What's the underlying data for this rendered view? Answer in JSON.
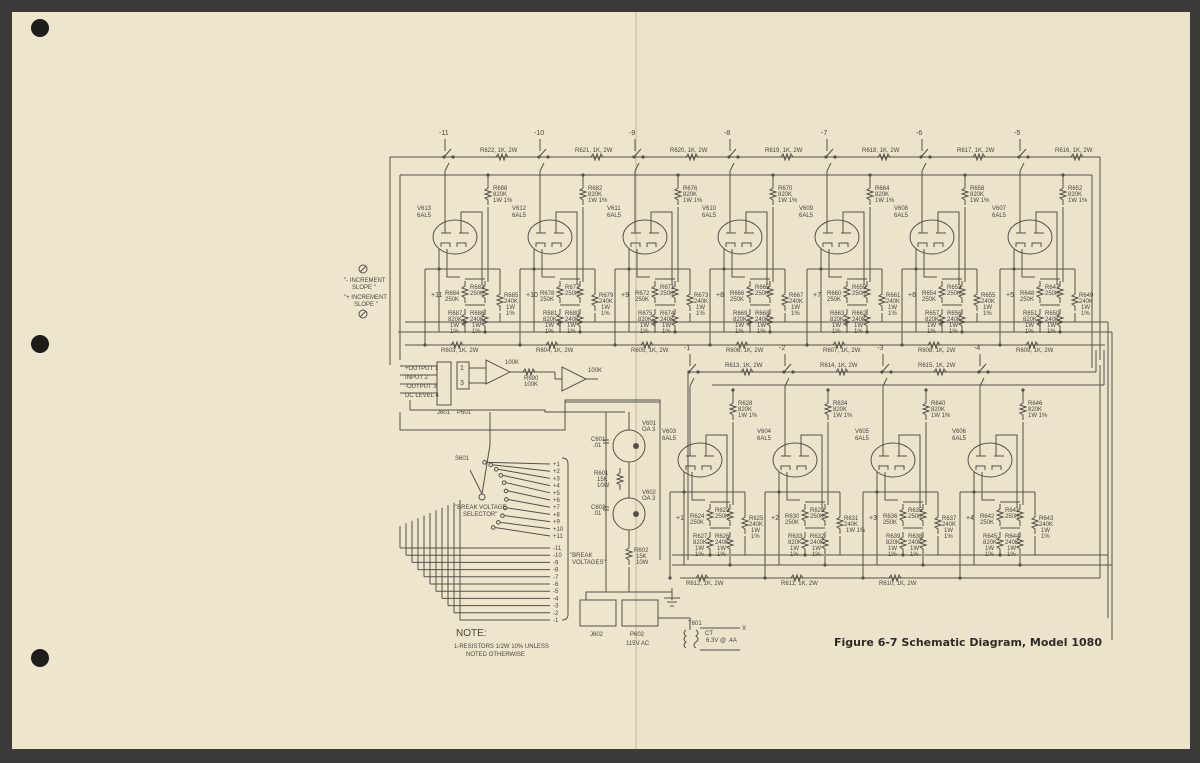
{
  "document": {
    "caption": "Figure 6-7   Schematic Diagram, Model 1080",
    "note_title": "NOTE:",
    "note_lines": [
      "1-RESISTORS  1/2W  10%  UNLESS",
      "NOTED  OTHERWISE"
    ],
    "neg_slope": [
      "\"- INCREMENT",
      "SLOPE \""
    ],
    "pos_slope": [
      "\"+ INCREMENT",
      "SLOPE \""
    ]
  },
  "top_stages": [
    {
      "sw": "-11",
      "rail": "R622, 1K, 2W",
      "tube": "V613",
      "type": "6AL5",
      "rtop": [
        "R688",
        "820K",
        "1W 1%"
      ],
      "bias": "+11",
      "pot": [
        "R683",
        "250K"
      ],
      "rl": [
        "R684",
        "250K"
      ],
      "rll": [
        "R687",
        "820K",
        "1W",
        "1%"
      ],
      "rlr": [
        "R686",
        "240K",
        "1W",
        "1%"
      ],
      "rs": [
        "R685",
        "240K",
        "1W",
        "1%"
      ],
      "bottom": "R603, 1K, 2W"
    },
    {
      "sw": "-10",
      "rail": "R621, 1K, 2W",
      "tube": "V612",
      "type": "6AL5",
      "rtop": [
        "R682",
        "820K",
        "1W 1%"
      ],
      "bias": "+10",
      "pot": [
        "R677",
        "250K"
      ],
      "rl": [
        "R678",
        "250K"
      ],
      "rll": [
        "R681",
        "820K",
        "1W",
        "1%"
      ],
      "rlr": [
        "R680",
        "240K",
        "1W",
        "1%"
      ],
      "rs": [
        "R679",
        "240K",
        "1W",
        "1%"
      ],
      "bottom": "R604, 1K, 2W"
    },
    {
      "sw": "-9",
      "rail": "R620, 1K, 2W",
      "tube": "V611",
      "type": "6AL5",
      "rtop": [
        "R676",
        "820K",
        "1W 1%"
      ],
      "bias": "+9",
      "pot": [
        "R671",
        "250K"
      ],
      "rl": [
        "R672",
        "250K"
      ],
      "rll": [
        "R675",
        "820K",
        "1W",
        "1%"
      ],
      "rlr": [
        "R674",
        "240K",
        "1W",
        "1%"
      ],
      "rs": [
        "R673",
        "240K",
        "1W",
        "1%"
      ],
      "bottom": "R605, 1K, 2W"
    },
    {
      "sw": "-8",
      "rail": "R619, 1K, 2W",
      "tube": "V610",
      "type": "6AL5",
      "rtop": [
        "R670",
        "820K",
        "1W 1%"
      ],
      "bias": "+8",
      "pot": [
        "R665",
        "250K"
      ],
      "rl": [
        "R666",
        "250K"
      ],
      "rll": [
        "R669",
        "820K",
        "1W",
        "1%"
      ],
      "rlr": [
        "R668",
        "240K",
        "1W",
        "1%"
      ],
      "rs": [
        "R667",
        "240K",
        "1W",
        "1%"
      ],
      "bottom": "R606, 1K, 2W"
    },
    {
      "sw": "-7",
      "rail": "R618, 1K, 2W",
      "tube": "V609",
      "type": "6AL5",
      "rtop": [
        "R664",
        "820K",
        "1W 1%"
      ],
      "bias": "+7",
      "pot": [
        "R659",
        "250K"
      ],
      "rl": [
        "R660",
        "250K"
      ],
      "rll": [
        "R663",
        "820K",
        "1W",
        "1%"
      ],
      "rlr": [
        "R662",
        "240K",
        "1W",
        "1%"
      ],
      "rs": [
        "R661",
        "240K",
        "1W",
        "1%"
      ],
      "bottom": "R607, 1K, 2W"
    },
    {
      "sw": "-6",
      "rail": "R617, 1K, 2W",
      "tube": "V608",
      "type": "6AL5",
      "rtop": [
        "R658",
        "820K",
        "1W 1%"
      ],
      "bias": "+6",
      "pot": [
        "R653",
        "250K"
      ],
      "rl": [
        "R654",
        "250K"
      ],
      "rll": [
        "R657",
        "820K",
        "1W",
        "1%"
      ],
      "rlr": [
        "R656",
        "240K",
        "1W",
        "1%"
      ],
      "rs": [
        "R655",
        "240K",
        "1W",
        "1%"
      ],
      "bottom": "R608, 1K, 2W"
    },
    {
      "sw": "-5",
      "rail": "R616, 1K, 2W",
      "tube": "V607",
      "type": "6AL5",
      "rtop": [
        "R652",
        "820K",
        "1W 1%"
      ],
      "bias": "+5",
      "pot": [
        "R647",
        "250K"
      ],
      "rl": [
        "R648",
        "250K"
      ],
      "rll": [
        "R651",
        "820K",
        "1W",
        "1%"
      ],
      "rlr": [
        "R650",
        "240K",
        "1W",
        "1%"
      ],
      "rs": [
        "R649",
        "240K",
        "1W",
        "1%"
      ],
      "bottom": "R609, 1K, 2W"
    }
  ],
  "lower_stages": [
    {
      "sw": "-1",
      "rail": "R613, 1K, 2W",
      "tube": "V603",
      "type": "6AL5",
      "rtop": [
        "R628",
        "820K",
        "1W 1%"
      ],
      "bias": "+1",
      "pot": [
        "R623",
        "250K"
      ],
      "rl": [
        "R624",
        "250K"
      ],
      "rll": [
        "R627",
        "820K",
        "1W",
        "1%"
      ],
      "rlr": [
        "R626",
        "240K",
        "1W",
        "1%"
      ],
      "rs": [
        "R625",
        "240K",
        "1W",
        "1%"
      ],
      "bottom": "R612, 1K, 2W"
    },
    {
      "sw": "-2",
      "rail": "R614, 1K, 2W",
      "tube": "V604",
      "type": "6AL5",
      "rtop": [
        "R634",
        "820K",
        "1W 1%"
      ],
      "bias": "+2",
      "pot": [
        "R629",
        "250K"
      ],
      "rl": [
        "R630",
        "250K"
      ],
      "rll": [
        "R633",
        "820K",
        "1W",
        "1%"
      ],
      "rlr": [
        "R632",
        "240K",
        "1W",
        "1%"
      ],
      "rs": [
        "R631",
        "240K",
        "1W 1%",
        ""
      ],
      "bottom": "R611, 1K, 2W"
    },
    {
      "sw": "-3",
      "rail": "R615, 1K, 2W",
      "tube": "V605",
      "type": "6AL5",
      "rtop": [
        "R640",
        "820K",
        "1W 1%"
      ],
      "bias": "+3",
      "pot": [
        "R635",
        "250K"
      ],
      "rl": [
        "R636",
        "250K"
      ],
      "rll": [
        "R639",
        "820K",
        "1W",
        "1%"
      ],
      "rlr": [
        "R638",
        "240K",
        "1W",
        "1%"
      ],
      "rs": [
        "R637",
        "240K",
        "1W",
        "1%"
      ],
      "bottom": "R610, 1K, 2W"
    },
    {
      "sw": "-4",
      "rail": "",
      "tube": "V606",
      "type": "6AL5",
      "rtop": [
        "R646",
        "820K",
        "1W 1%"
      ],
      "bias": "+4",
      "pot": [
        "R641",
        "250K"
      ],
      "rl": [
        "R642",
        "250K"
      ],
      "rll": [
        "R645",
        "820K",
        "1W",
        "1%"
      ],
      "rlr": [
        "R644",
        "240K",
        "1W",
        "1%"
      ],
      "rs": [
        "R643",
        "240K",
        "1W",
        "1%"
      ],
      "bottom": ""
    }
  ],
  "connector": {
    "pins": [
      "+OUTPUT 1",
      "INPUT 2",
      "-OUTPUT 3",
      "DC LEVEL 4"
    ],
    "j_label": "J601",
    "p_label": "P601",
    "p_pins": [
      "1",
      "3"
    ],
    "amp1": "100K",
    "amp2": "100K",
    "r690": [
      "R690",
      "100K"
    ]
  },
  "selector": {
    "label": "S601",
    "name": [
      "\"BREAK VOLTAGE",
      "SELECTOR\""
    ],
    "positive": [
      "+1",
      "+2",
      "+3",
      "+4",
      "+5",
      "+6",
      "+7",
      "+8",
      "+9",
      "+10",
      "+11"
    ],
    "negative": [
      "-11",
      "-10",
      "-9",
      "-8",
      "-7",
      "-6",
      "-5",
      "-4",
      "-3",
      "-2",
      "-1"
    ],
    "group_label": [
      "\"BREAK",
      "VOLTAGES\""
    ]
  },
  "supply": {
    "v601": [
      "V601",
      "OA 3"
    ],
    "v602": [
      "V602",
      "OA 3"
    ],
    "c601": [
      "C601",
      ".01"
    ],
    "c602": [
      "C602",
      ".01"
    ],
    "r601": [
      "R601",
      "15K",
      "10W"
    ],
    "r602": [
      "R602",
      "15K",
      "10W"
    ],
    "j602": "J602",
    "p602": "P602",
    "ac": "115V AC",
    "t601": "T601",
    "heater": "6.3V @ .4A",
    "ct": "CT",
    "x": "X"
  }
}
